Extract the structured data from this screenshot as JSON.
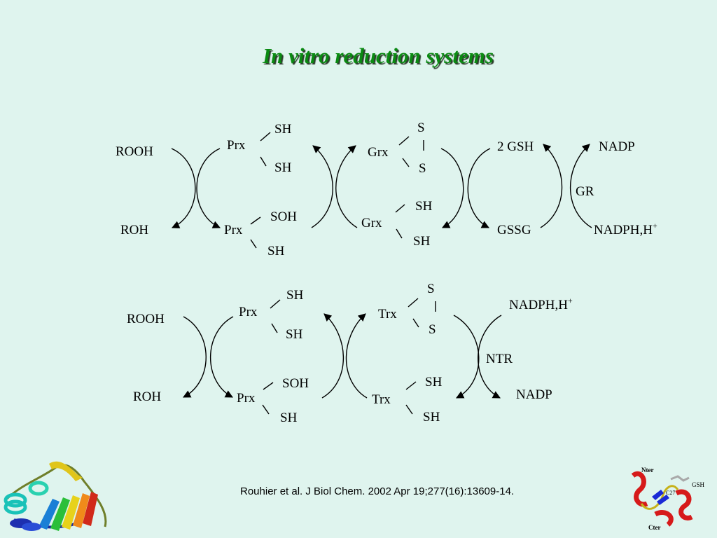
{
  "title": "In vitro reduction systems",
  "citation": "Rouhier et al. J Biol Chem. 2002 Apr 19;277(16):13609-14.",
  "grx_system": {
    "substrate": "ROOH",
    "product": "ROH",
    "prx": "Prx",
    "prx_reduced_top": "SH",
    "prx_reduced_bottom": "SH",
    "prx_oxidized": "Prx",
    "prx_oxidized_top": "SOH",
    "prx_oxidized_bottom": "SH",
    "grx_ox": "Grx",
    "grx_ox_s_top": "S",
    "grx_ox_s_bottom": "S",
    "grx_red": "Grx",
    "grx_red_top": "SH",
    "grx_red_bottom": "SH",
    "gsh": "2 GSH",
    "gssg": "GSSG",
    "gr": "GR",
    "nadp": "NADP",
    "nadph": "NADPH,H",
    "nadph_sup": "+"
  },
  "trx_system": {
    "substrate": "ROOH",
    "product": "ROH",
    "prx": "Prx",
    "prx_reduced_top": "SH",
    "prx_reduced_bottom": "SH",
    "prx_oxidized": "Prx",
    "prx_oxidized_top": "SOH",
    "prx_oxidized_bottom": "SH",
    "trx_ox": "Trx",
    "trx_ox_s_top": "S",
    "trx_ox_s_bottom": "S",
    "trx_red": "Trx",
    "trx_red_top": "SH",
    "trx_red_bottom": "SH",
    "nadph": "NADPH,H",
    "nadph_sup": "+",
    "ntr": "NTR",
    "nadp": "NADP"
  },
  "structure_labels": {
    "nter": "Nter",
    "c27": "C27",
    "gsh": "GSH",
    "cter": "Cter"
  }
}
